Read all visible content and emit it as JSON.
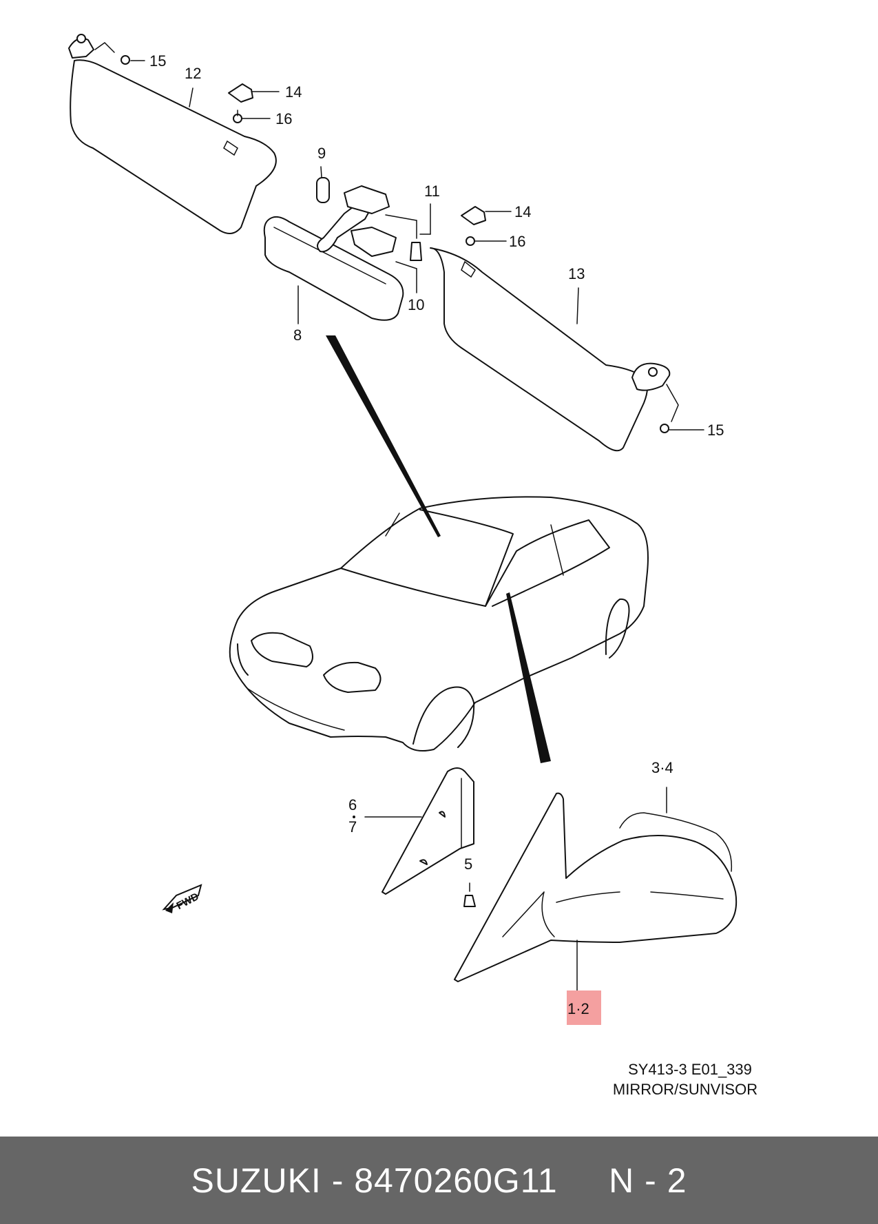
{
  "callouts": {
    "c15a": "15",
    "c12": "12",
    "c14a": "14",
    "c16a": "16",
    "c9": "9",
    "c11": "11",
    "c14b": "14",
    "c16b": "16",
    "c13": "13",
    "c10": "10",
    "c8": "8",
    "c15b": "15",
    "c34": "3·4",
    "c6": "6",
    "c7": "7",
    "c5": "5",
    "c12b": "1·2"
  },
  "fwd_label": "FWD",
  "caption": {
    "code": "SY413-3 E01_339",
    "title": "MIRROR/SUNVISOR"
  },
  "footer": {
    "text": "SUZUKI - 8470260G11     N - 2"
  },
  "colors": {
    "highlight": "#f4a0a0",
    "footer_bg": "#666666",
    "footer_text": "#ffffff"
  }
}
